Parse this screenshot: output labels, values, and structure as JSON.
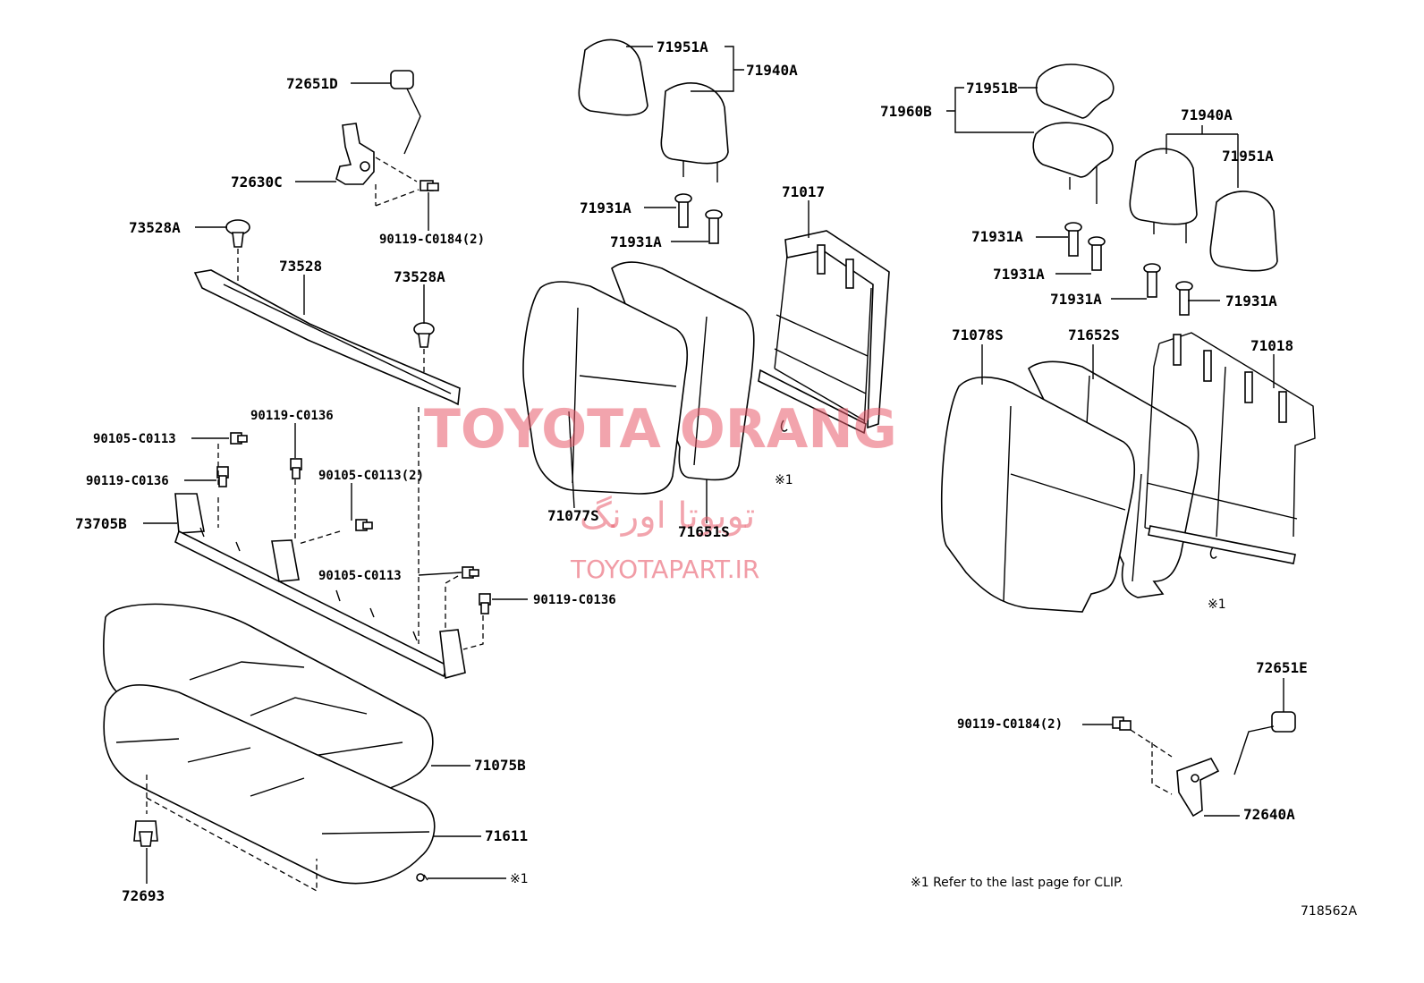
{
  "diagram": {
    "figure_id": "718562A",
    "note": "※1 Refer to the last page for CLIP.",
    "watermarks": {
      "brand": "TOYOTA ORANG",
      "persian": "تویوتا اورنگ",
      "url": "TOYOTAPART.IR"
    },
    "labels": {
      "p72651D": "72651D",
      "p72630C": "72630C",
      "p90119_C0184_2_left": "90119-C0184(2)",
      "p73528A_top": "73528A",
      "p73528": "73528",
      "p73528A_mid": "73528A",
      "p90119_C0136_a": "90119-C0136",
      "p90105_C0113_a": "90105-C0113",
      "p90119_C0136_b": "90119-C0136",
      "p90105_C0113_2": "90105-C0113(2)",
      "p73705B": "73705B",
      "p90105_C0113_b": "90105-C0113",
      "p90119_C0136_c": "90119-C0136",
      "p71075B": "71075B",
      "p71611": "71611",
      "p72693": "72693",
      "clip_ref_left": "※1",
      "p71951A_top": "71951A",
      "p71940A_top": "71940A",
      "p71931A_a": "71931A",
      "p71931A_b": "71931A",
      "p71017": "71017",
      "p71077S": "71077S",
      "p71651S": "71651S",
      "clip_ref_mid": "※1",
      "p71960B": "71960B",
      "p71951B": "71951B",
      "p71940A_right": "71940A",
      "p71951A_right": "71951A",
      "p71931A_c": "71931A",
      "p71931A_d": "71931A",
      "p71931A_e": "71931A",
      "p71931A_f": "71931A",
      "p71078S": "71078S",
      "p71652S": "71652S",
      "p71018": "71018",
      "clip_ref_right": "※1",
      "p72651E": "72651E",
      "p90119_C0184_2_right": "90119-C0184(2)",
      "p72640A": "72640A"
    }
  }
}
